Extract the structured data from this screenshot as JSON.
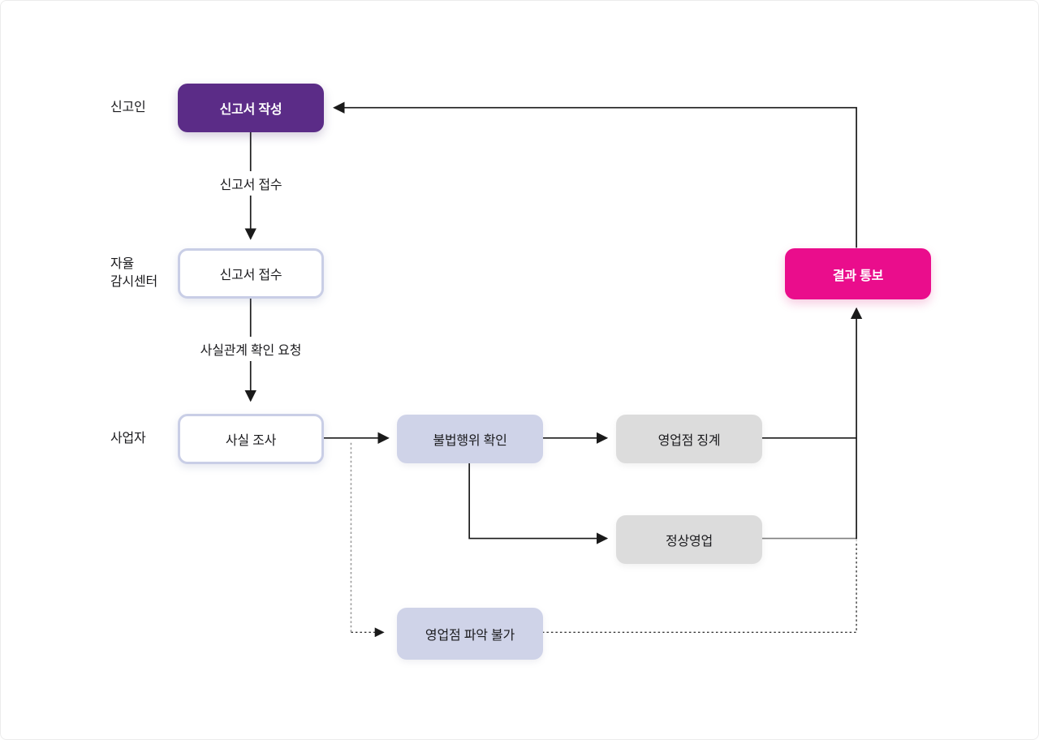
{
  "colors": {
    "page-bg": "#ffffff",
    "page-border": "#ececec",
    "node-purple": "#5b2c87",
    "node-pink": "#ea0d8c",
    "node-lavender": "#cfd3e8",
    "node-gray": "#dcdcdc",
    "node-outline-border": "#c9cee6",
    "text-dark": "#1b1b1e",
    "line-dark": "#1a1a1a",
    "line-gray": "#7f7f7f",
    "dotted-gray": "#9a9a9a",
    "dotted-dark": "#3a3a3a"
  },
  "lane_labels": {
    "reporter": "신고인",
    "monitor_line1": "자율",
    "monitor_line2": "감시센터",
    "business": "사업자"
  },
  "nodes": {
    "write_report": {
      "label": "신고서 작성"
    },
    "receive_report": {
      "label": "신고서 접수"
    },
    "fact_check": {
      "label": "사실 조사"
    },
    "illegal_confirmed": {
      "label": "불법행위 확인"
    },
    "branch_discipline": {
      "label": "영업점 징계"
    },
    "normal_business": {
      "label": "정상영업"
    },
    "result_notice": {
      "label": "결과 통보"
    },
    "branch_unknown": {
      "label": "영업점 파악 불가"
    }
  },
  "edge_labels": {
    "report_received": "신고서 접수",
    "fact_check_request": "사실관계 확인 요청"
  }
}
